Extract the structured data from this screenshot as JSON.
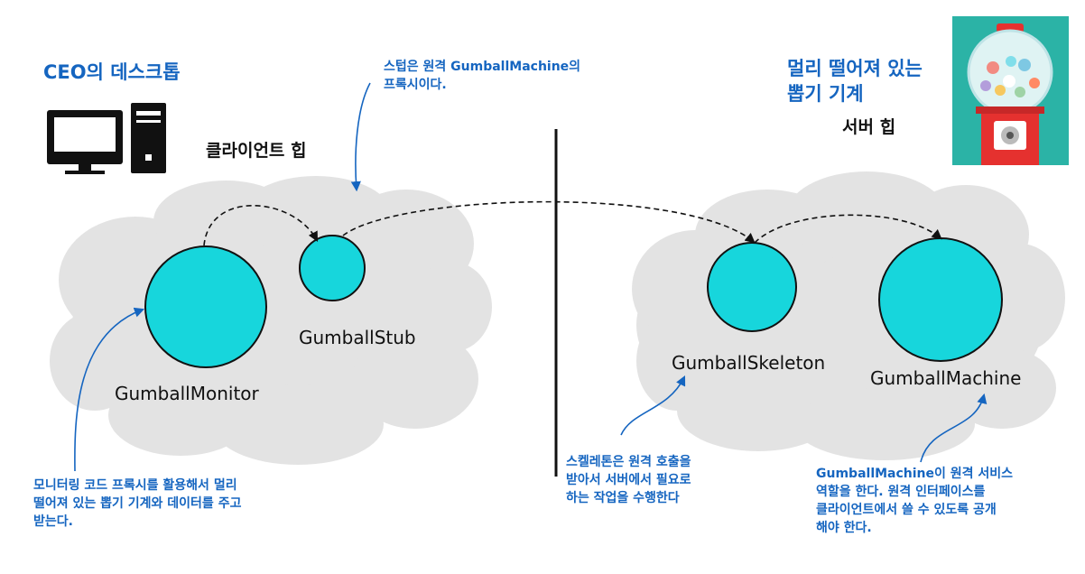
{
  "client": {
    "title": "CEO의 데스크톱",
    "heap_label": "클라이언트 힙",
    "computer_icon": "desktop-computer-icon"
  },
  "server": {
    "title_line1": "멀리 떨어져 있는",
    "title_line2": "뽑기 기계",
    "heap_label": "서버 힙",
    "machine_icon": "gumball-machine-icon"
  },
  "nodes": {
    "monitor": "GumballMonitor",
    "stub": "GumballStub",
    "skeleton": "GumballSkeleton",
    "machine": "GumballMachine"
  },
  "notes": {
    "stub": [
      "스텁은 원격 GumballMachine의",
      "프록시이다."
    ],
    "monitor": [
      "모니터링 코드 프록시를 활용해서 멀리",
      "떨어져 있는 뽑기 기계와 데이터를 주고",
      "받는다."
    ],
    "skeleton": [
      "스켈레톤은 원격 호출을",
      "받아서 서버에서 필요로",
      "하는 작업을 수행한다"
    ],
    "machine": [
      "GumballMachine이 원격 서비스",
      "역할을 한다. 원격 인터페이스를",
      "클라이언트에서 쓸 수 있도록 공개",
      "해야 한다."
    ]
  },
  "colors": {
    "node_fill": "#17d6dc",
    "cloud_fill": "#e3e3e3",
    "annotation": "#1565c0",
    "machine_bg": "#2bb3a6",
    "machine_red": "#e5312f"
  }
}
